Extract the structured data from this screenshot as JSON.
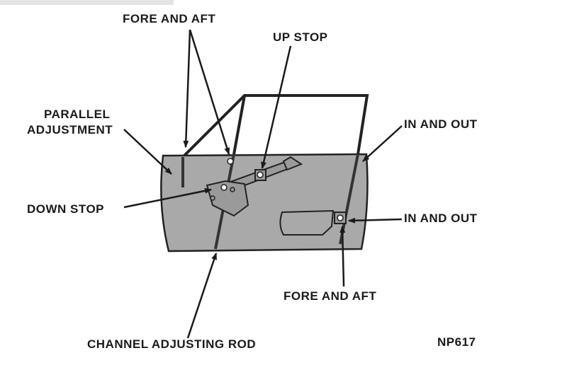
{
  "labels": {
    "fore_aft_top": "FORE AND AFT",
    "up_stop": "UP STOP",
    "parallel_line1": "PARALLEL",
    "parallel_line2": "ADJUSTMENT",
    "in_out_top": "IN AND OUT",
    "down_stop": "DOWN STOP",
    "in_out_bottom": "IN AND OUT",
    "fore_aft_bottom": "FORE AND AFT",
    "channel_rod": "CHANNEL ADJUSTING ROD",
    "figure_id": "NP617"
  },
  "colors": {
    "panel": "#a9a9a9",
    "ink": "#1a1a1a"
  }
}
